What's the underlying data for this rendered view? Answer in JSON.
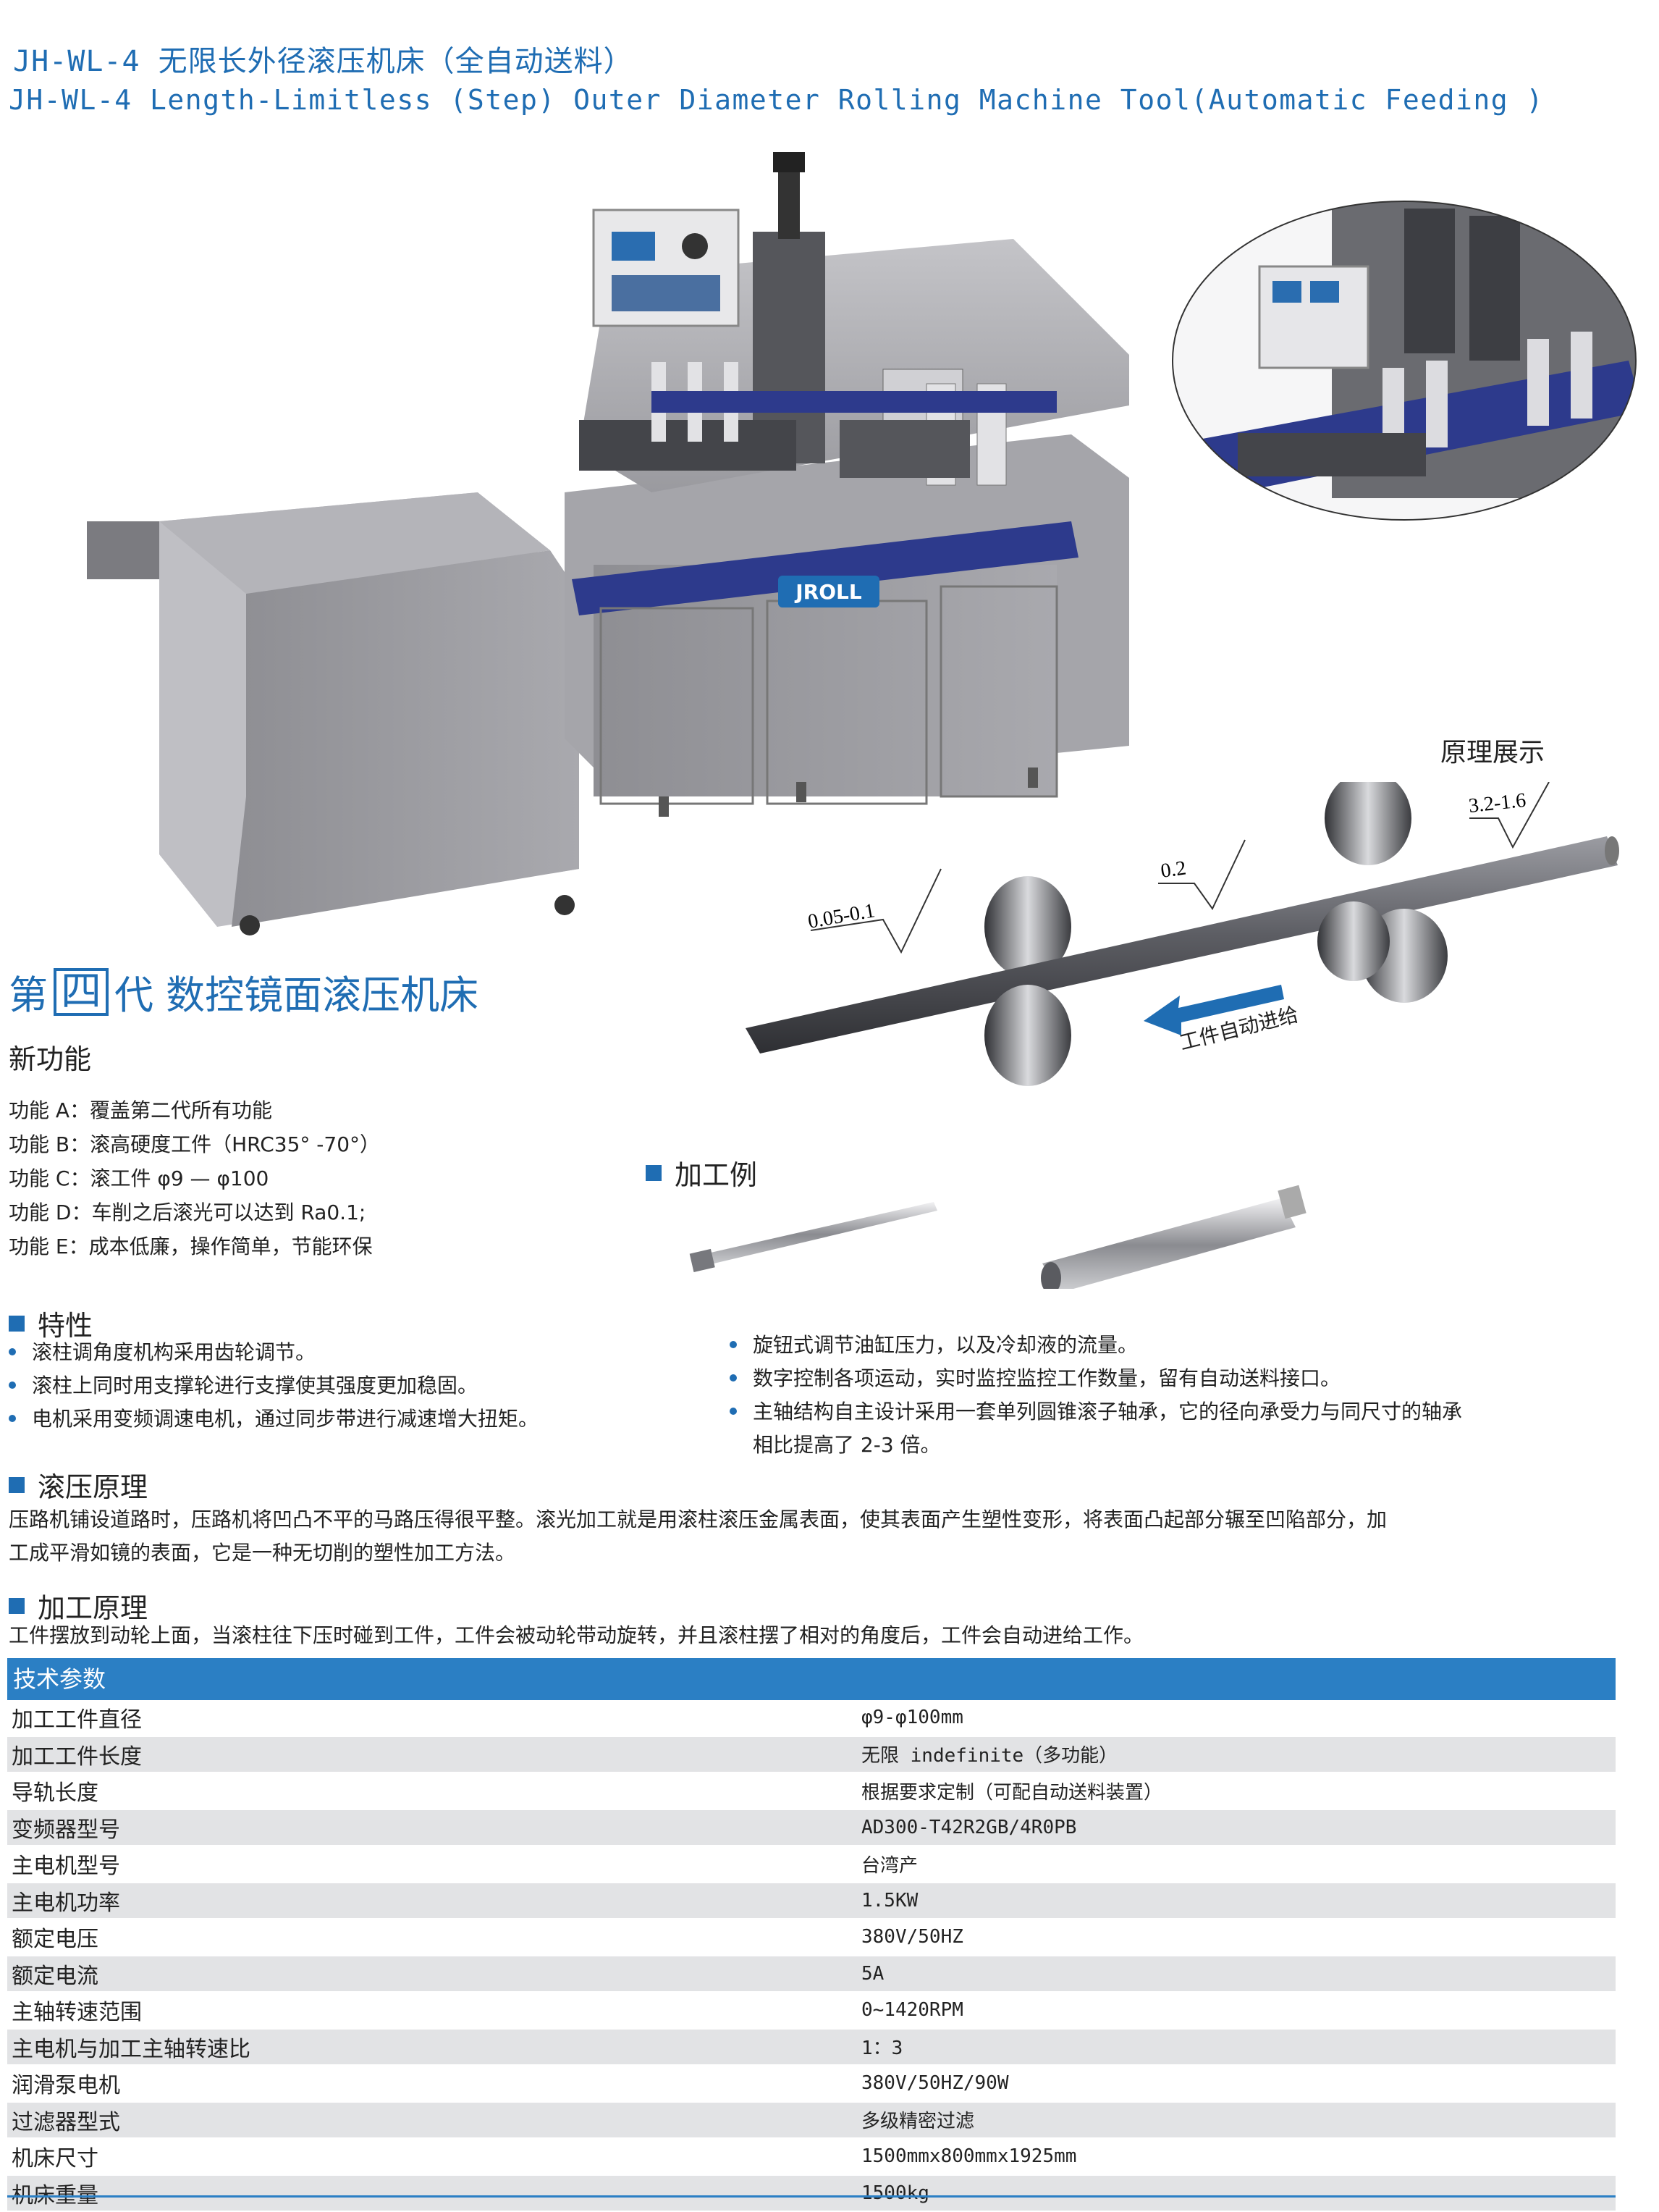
{
  "header": {
    "title_cn": "JH-WL-4 无限长外径滚压机床（全自动送料）",
    "title_en": "JH-WL-4 Length-Limitless (Step) Outer Diameter Rolling Machine Tool(Automatic Feeding )"
  },
  "machine": {
    "logo_text": "JROLL"
  },
  "principle_diagram": {
    "label": "原理展示",
    "roughness": [
      "0.05-0.1",
      "0.2",
      "3.2-1.6"
    ],
    "feed_label": "工件自动进给"
  },
  "generation": {
    "prefix": "第",
    "boxed": "四",
    "suffix": "代 数控镜面滚压机床"
  },
  "new_functions": {
    "heading": "新功能",
    "items": [
      "功能 A：覆盖第二代所有功能",
      "功能 B：滚高硬度工件（HRC35° -70°）",
      "功能 C：滚工件 φ9 — φ100",
      "功能 D：车削之后滚光可以达到 Ra0.1;",
      "功能 E：成本低廉，操作简单，节能环保"
    ]
  },
  "examples": {
    "heading": "加工例"
  },
  "features": {
    "heading": "特性",
    "left": [
      "滚柱调角度机构采用齿轮调节。",
      "滚柱上同时用支撑轮进行支撑使其强度更加稳固。",
      "电机采用变频调速电机，通过同步带进行减速增大扭矩。"
    ],
    "right": [
      "旋钮式调节油缸压力，以及冷却液的流量。",
      "数字控制各项运动，实时监控监控工作数量，留有自动送料接口。",
      "主轴结构自主设计采用一套单列圆锥滚子轴承，它的径向承受力与同尺寸的轴承",
      "相比提高了 2-3 倍。"
    ]
  },
  "rolling_principle": {
    "heading": "滚压原理",
    "lines": [
      "压路机铺设道路时，压路机将凹凸不平的马路压得很平整。滚光加工就是用滚柱滚压金属表面，使其表面产生塑性变形，将表面凸起部分辗至凹陷部分，加",
      "工成平滑如镜的表面，它是一种无切削的塑性加工方法。"
    ]
  },
  "processing_principle": {
    "heading": "加工原理",
    "text": "工件摆放到动轮上面，当滚柱往下压时碰到工件，工件会被动轮带动旋转，并且滚柱摆了相对的角度后，工件会自动进给工作。"
  },
  "specs": {
    "heading": "技术参数",
    "rows": [
      {
        "k": "加工工件直径",
        "v": "φ9-φ100mm"
      },
      {
        "k": "加工工件长度",
        "v": "无限 indefinite（多功能）"
      },
      {
        "k": "导轨长度",
        "v": "根据要求定制（可配自动送料装置）"
      },
      {
        "k": "变频器型号",
        "v": "AD300-T42R2GB/4R0PB"
      },
      {
        "k": "主电机型号",
        "v": "台湾产"
      },
      {
        "k": "主电机功率",
        "v": "1.5KW"
      },
      {
        "k": "额定电压",
        "v": "380V/50HZ"
      },
      {
        "k": "额定电流",
        "v": "5A"
      },
      {
        "k": "主轴转速范围",
        "v": "0~1420RPM"
      },
      {
        "k": "主电机与加工主轴转速比",
        "v": "1：3"
      },
      {
        "k": "润滑泵电机",
        "v": "380V/50HZ/90W"
      },
      {
        "k": "过滤器型式",
        "v": "多级精密过滤"
      },
      {
        "k": "机床尺寸",
        "v": "1500mmx800mmx1925mm"
      },
      {
        "k": "机床重量",
        "v": "1500kg"
      }
    ]
  },
  "colors": {
    "accent": "#1f6db3",
    "table_header": "#2b7fc4",
    "row_alt": "#e2e3e5"
  }
}
